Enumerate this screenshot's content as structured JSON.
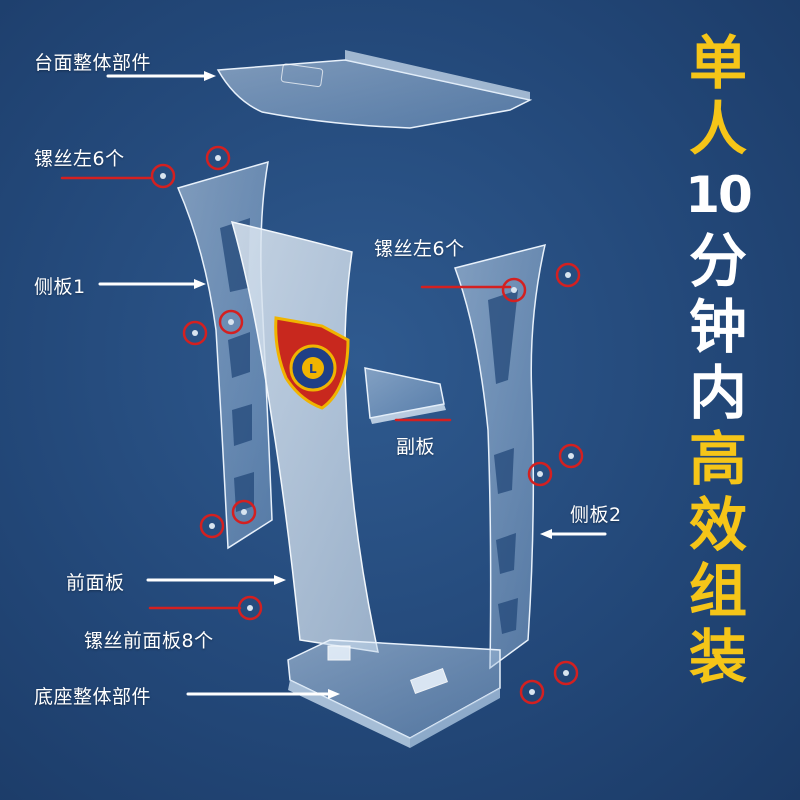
{
  "labels": {
    "tabletop": "台面整体部件",
    "screws_left_top": "镙丝左6个",
    "side_panel_1": "侧板1",
    "screws_left_right": "镙丝左6个",
    "sub_board": "副板",
    "side_panel_2": "侧板2",
    "front_panel": "前面板",
    "screws_front": "镙丝前面板8个",
    "base": "底座整体部件"
  },
  "title_chars": [
    {
      "text": "单",
      "color": "yellow"
    },
    {
      "text": "人",
      "color": "yellow"
    },
    {
      "text": "10",
      "color": "white"
    },
    {
      "text": "分",
      "color": "white"
    },
    {
      "text": "钟",
      "color": "white"
    },
    {
      "text": "内",
      "color": "white"
    },
    {
      "text": "高",
      "color": "yellow"
    },
    {
      "text": "效",
      "color": "yellow"
    },
    {
      "text": "组",
      "color": "yellow"
    },
    {
      "text": "装",
      "color": "yellow"
    }
  ],
  "colors": {
    "background": "#234879",
    "title_yellow": "#f5c518",
    "title_white": "#ffffff",
    "screw_marker": "#d42020",
    "emblem_red": "#c8281e",
    "emblem_gold": "#f0b400"
  }
}
